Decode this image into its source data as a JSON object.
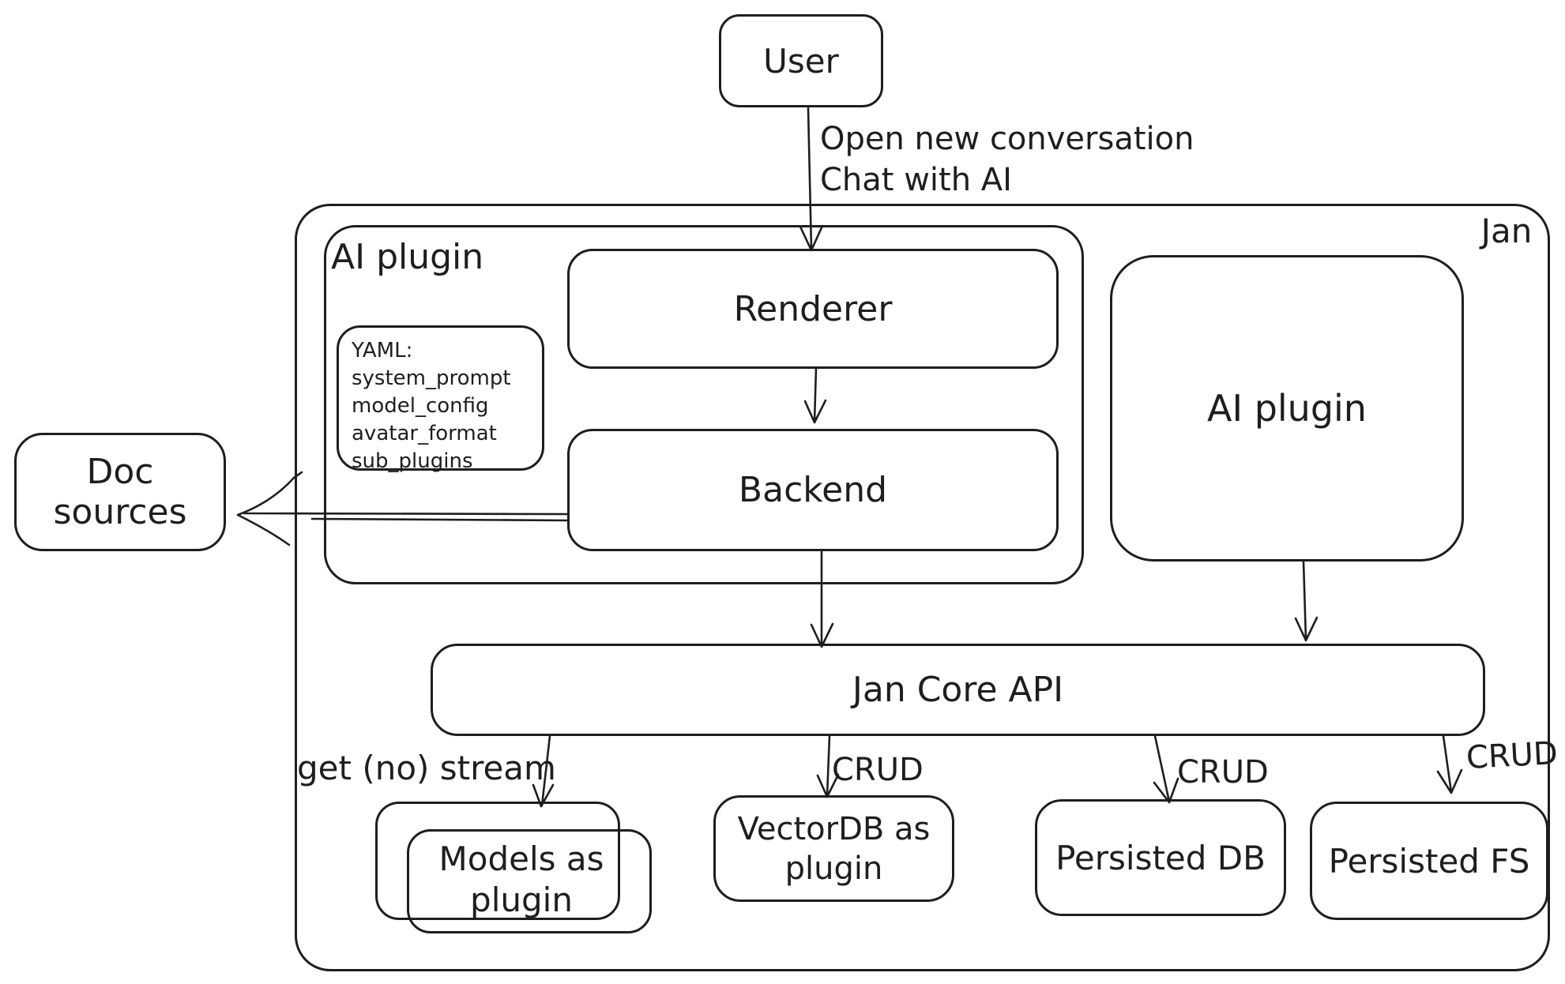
{
  "canvas": {
    "background": "#ffffff",
    "stroke_color": "#1e1e1e"
  },
  "nodes": {
    "user": {
      "label": "User"
    },
    "jan_container": {
      "label": "Jan"
    },
    "ai_plugin_group": {
      "label": "AI plugin"
    },
    "renderer": {
      "label": "Renderer"
    },
    "yaml_note": {
      "lines": [
        "YAML:",
        "system_prompt",
        "model_config",
        "avatar_format",
        "sub_plugins"
      ]
    },
    "backend": {
      "label": "Backend"
    },
    "ai_plugin_box": {
      "label": "AI plugin"
    },
    "doc_sources": {
      "label": "Doc sources"
    },
    "jan_core_api": {
      "label": "Jan Core API"
    },
    "models_as_plugin": {
      "label": "Models as plugin"
    },
    "vectordb_as_plugin": {
      "label": "VectorDB as plugin"
    },
    "persisted_db": {
      "label": "Persisted DB"
    },
    "persisted_fs": {
      "label": "Persisted FS"
    }
  },
  "edges": {
    "user_to_renderer": {
      "lines": [
        "Open new conversation",
        "Chat with AI"
      ]
    },
    "core_to_models": {
      "label": "get (no) stream"
    },
    "core_to_vectordb": {
      "label": "CRUD"
    },
    "core_to_persisted_db": {
      "label": "CRUD"
    },
    "core_to_persisted_fs": {
      "label": "CRUD"
    }
  }
}
